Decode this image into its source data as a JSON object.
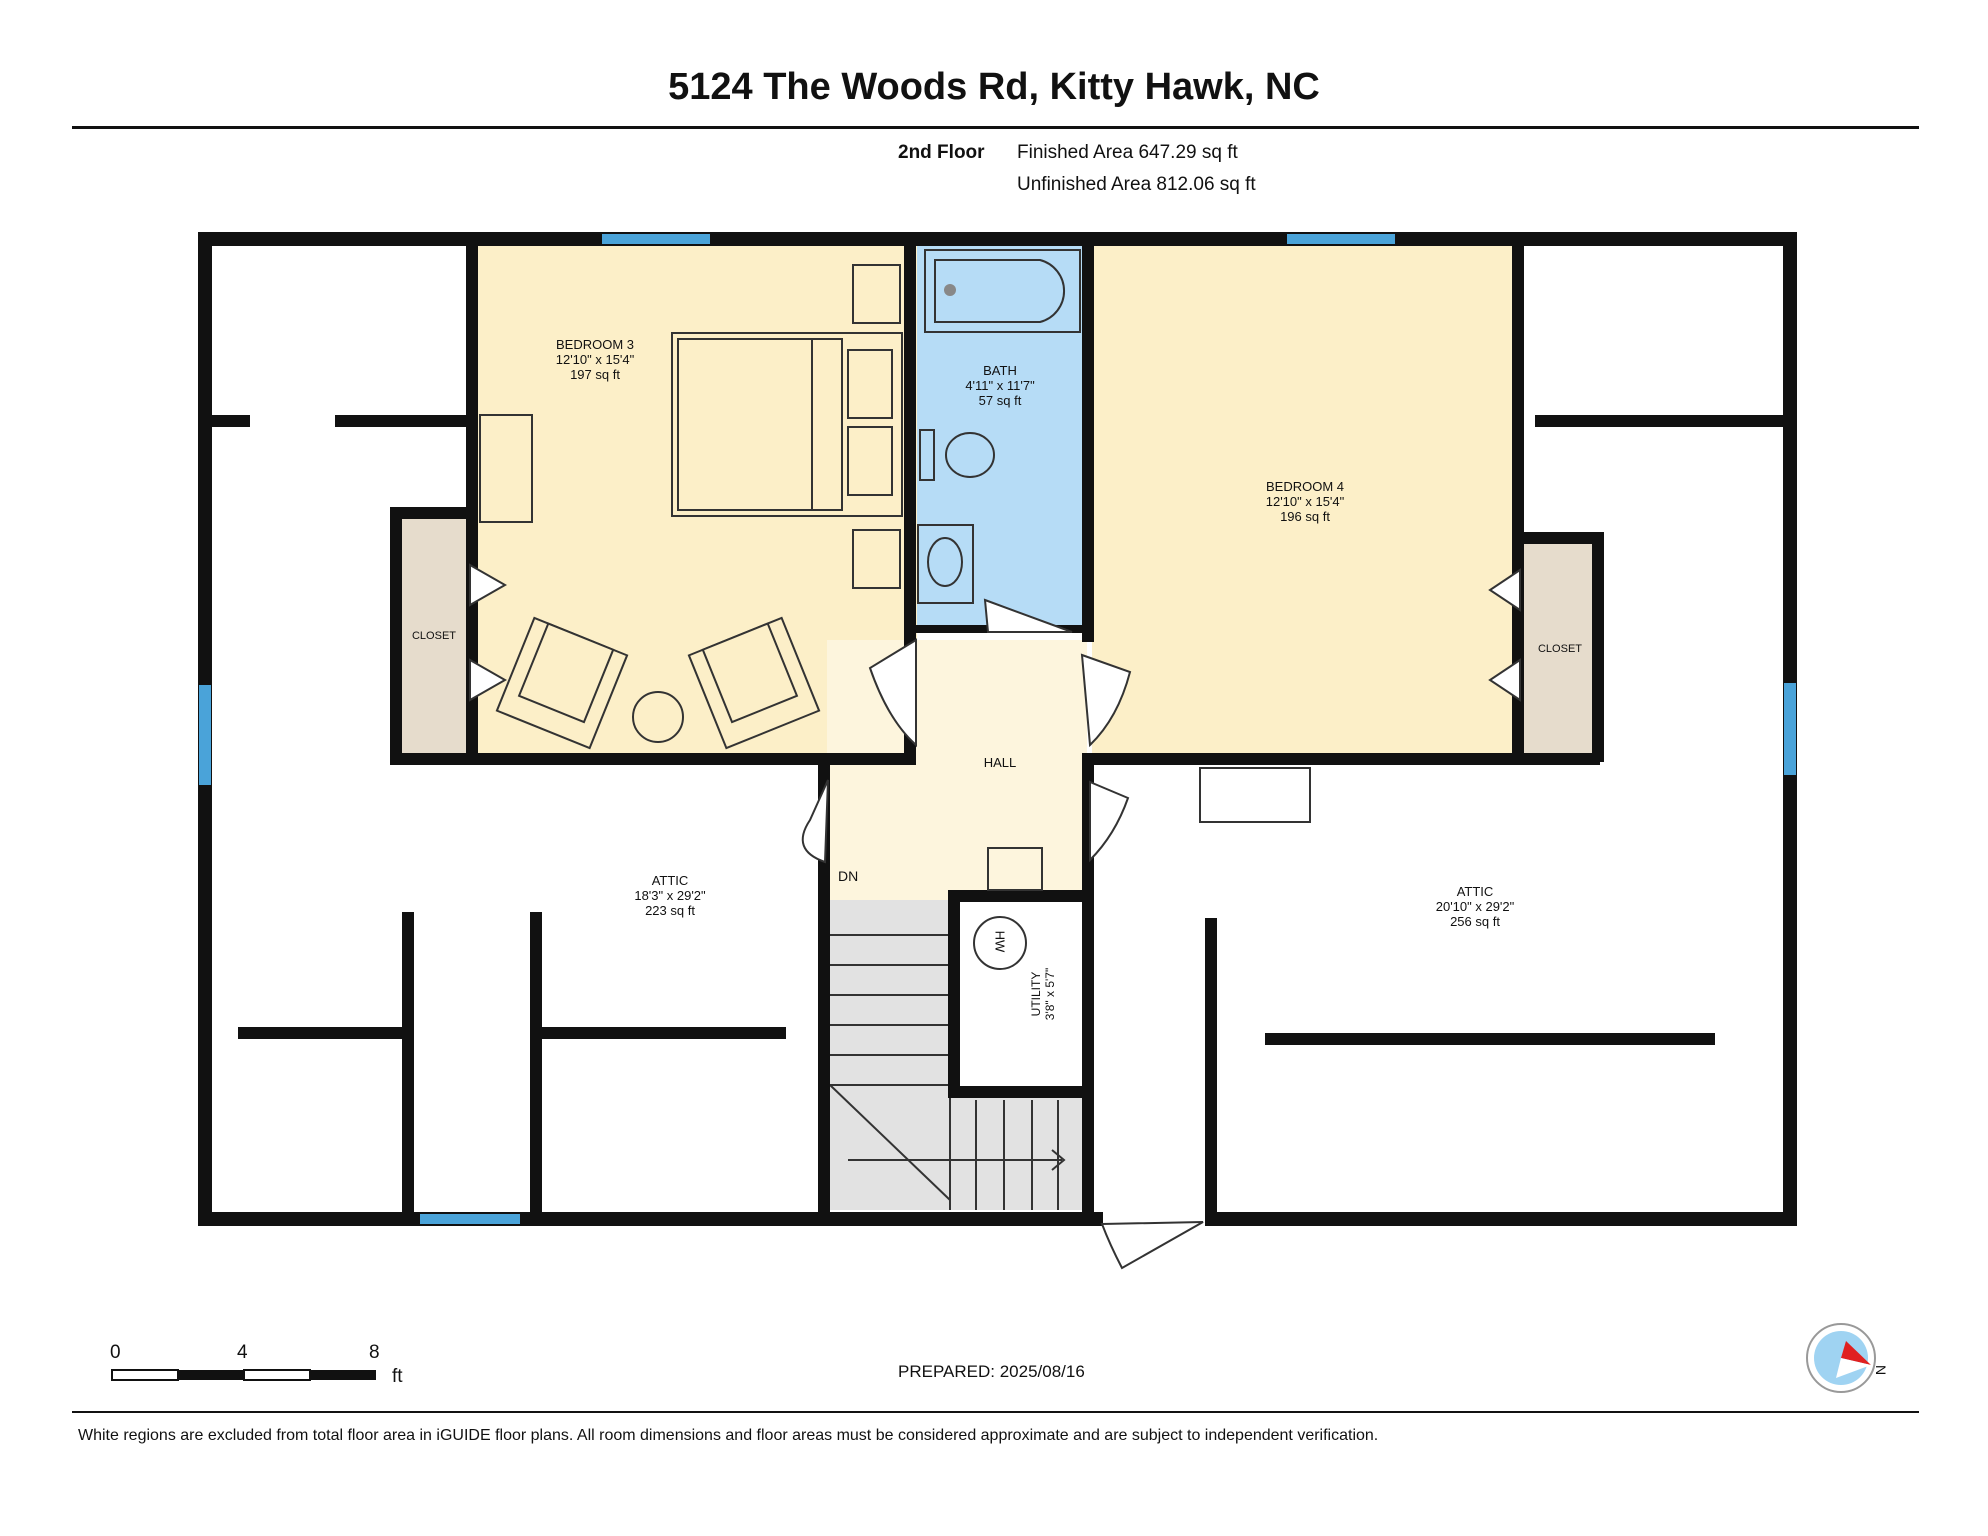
{
  "header": {
    "address": "5124 The Woods Rd, Kitty Hawk, NC",
    "floor": "2nd Floor",
    "finished_area": "Finished Area 647.29 sq ft",
    "unfinished_area": "Unfinished Area 812.06 sq ft"
  },
  "rooms": {
    "bedroom3": {
      "name": "BEDROOM 3",
      "dims": "12'10\" x 15'4\"",
      "area": "197 sq ft"
    },
    "bath": {
      "name": "BATH",
      "dims": "4'11\" x 11'7\"",
      "area": "57 sq ft"
    },
    "bedroom4": {
      "name": "BEDROOM 4",
      "dims": "12'10\" x 15'4\"",
      "area": "196 sq ft"
    },
    "closet_left": {
      "name": "CLOSET"
    },
    "closet_right": {
      "name": "CLOSET"
    },
    "hall": {
      "name": "HALL"
    },
    "stairs": {
      "label": "DN"
    },
    "attic_left": {
      "name": "ATTIC",
      "dims": "18'3\" x 29'2\"",
      "area": "223 sq ft"
    },
    "attic_right": {
      "name": "ATTIC",
      "dims": "20'10\" x 29'2\"",
      "area": "256 sq ft"
    },
    "utility": {
      "name": "UTILITY",
      "dims": "3'8\" x 5'7\"",
      "fixture": "HW"
    }
  },
  "colors": {
    "wall": "#111111",
    "bedroom": "#fcefc8",
    "bath": "#b6dcf6",
    "closet": "#e6dccc",
    "hall": "#fdf5dd",
    "stairs": "#e2e2e2",
    "window": "#4aa3d9",
    "compass_accent": "#e02020"
  },
  "scale": {
    "ticks": [
      "0",
      "4",
      "8"
    ],
    "unit": "ft"
  },
  "compass": {
    "label": "N"
  },
  "footer": {
    "prepared": "PREPARED: 2025/08/16",
    "disclaimer": "White regions are excluded from total floor area in iGUIDE floor plans. All room dimensions and floor areas must be considered approximate and are subject to independent verification."
  }
}
